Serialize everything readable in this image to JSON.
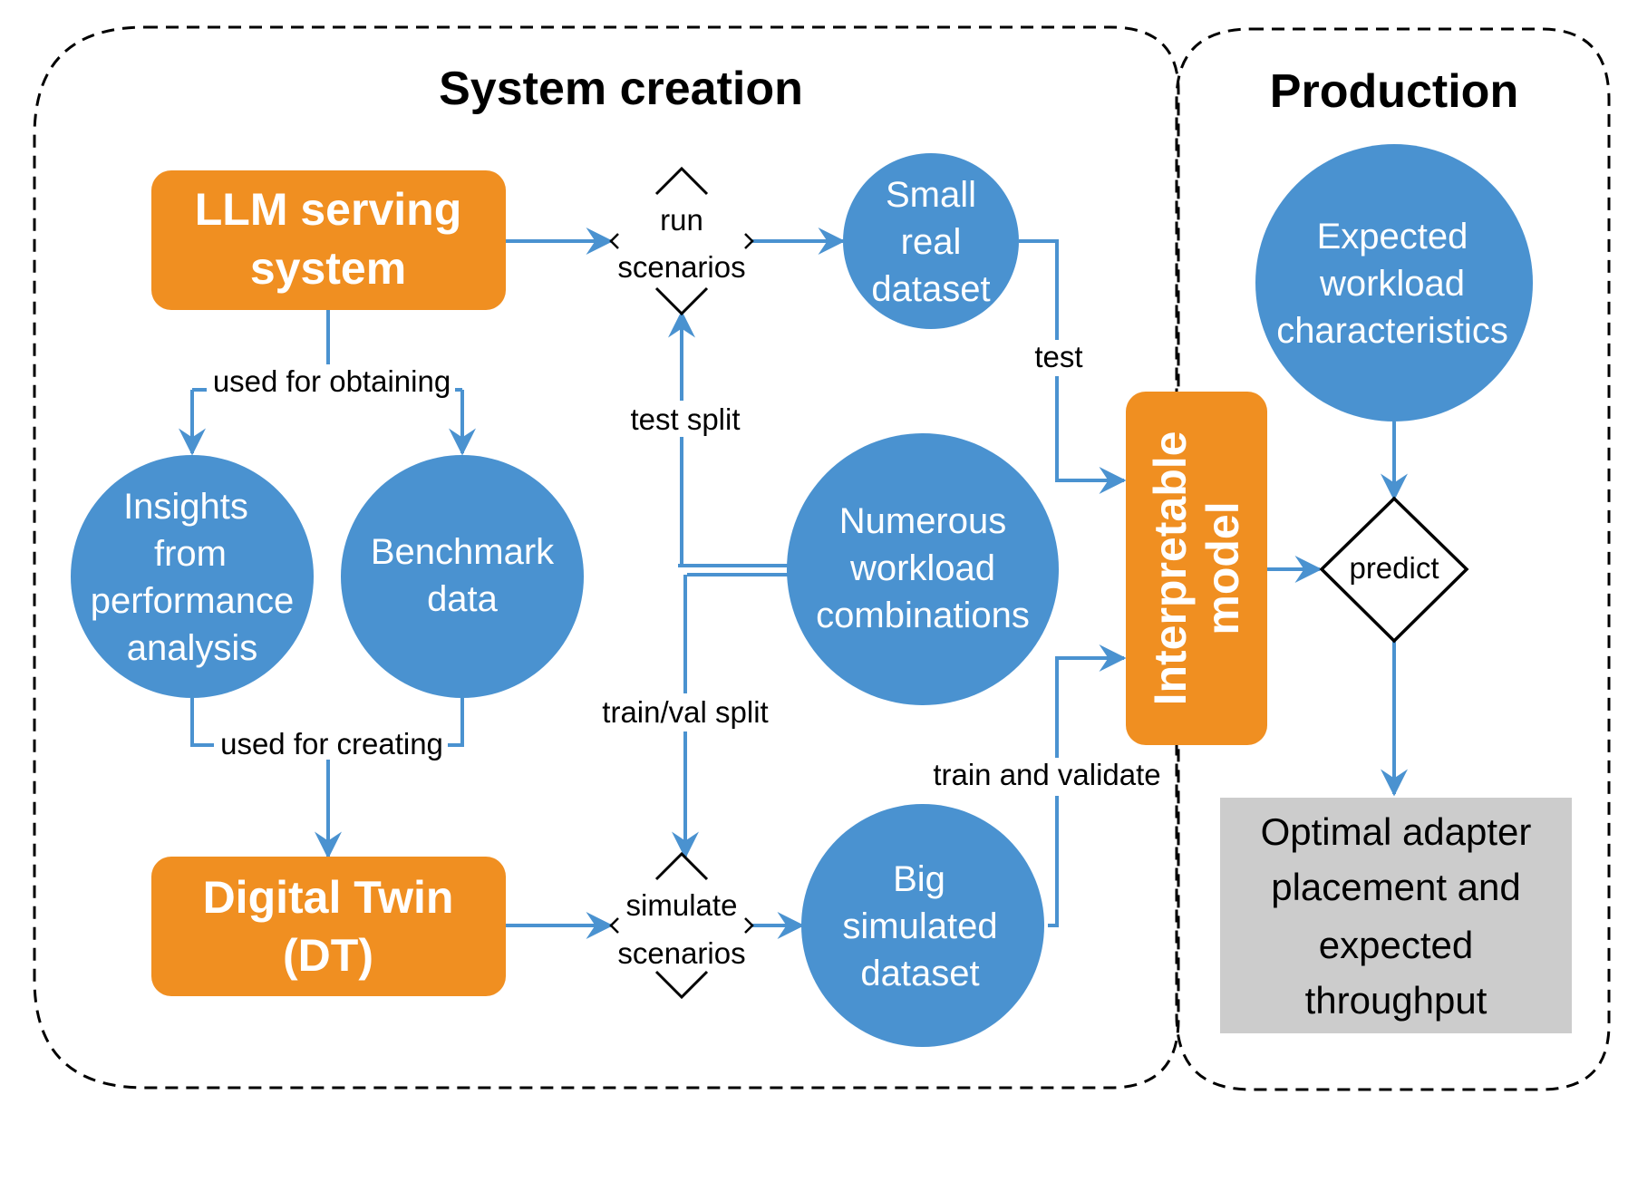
{
  "regions": {
    "system_creation": "System creation",
    "production": "Production"
  },
  "boxes": {
    "llm_serving": [
      "LLM serving",
      "system"
    ],
    "digital_twin": [
      "Digital Twin",
      "(DT)"
    ],
    "interpretable": [
      "Interpretable",
      "model"
    ],
    "optimal": [
      "Optimal adapter",
      "placement and",
      "expected",
      "throughput"
    ]
  },
  "circles": {
    "small_real": [
      "Small",
      "real",
      "dataset"
    ],
    "insights": [
      "Insights",
      "from",
      "performance",
      "analysis"
    ],
    "benchmark": [
      "Benchmark",
      "data"
    ],
    "numerous": [
      "Numerous",
      "workload",
      "combinations"
    ],
    "big_sim": [
      "Big",
      "simulated",
      "dataset"
    ],
    "expected": [
      "Expected",
      "workload",
      "characteristics"
    ]
  },
  "decisions": {
    "run": [
      "run",
      "scenarios"
    ],
    "simulate": [
      "simulate",
      "scenarios"
    ],
    "predict": "predict"
  },
  "edge_labels": {
    "used_obtaining": "used for obtaining",
    "used_creating": "used for creating",
    "test_split": "test split",
    "train_val_split": "train/val split",
    "test": "test",
    "train_validate": "train and validate"
  },
  "colors": {
    "orange": "#f08f21",
    "blue": "#4a92d0",
    "gray": "#cccccc",
    "arrow": "#4a92d0"
  }
}
